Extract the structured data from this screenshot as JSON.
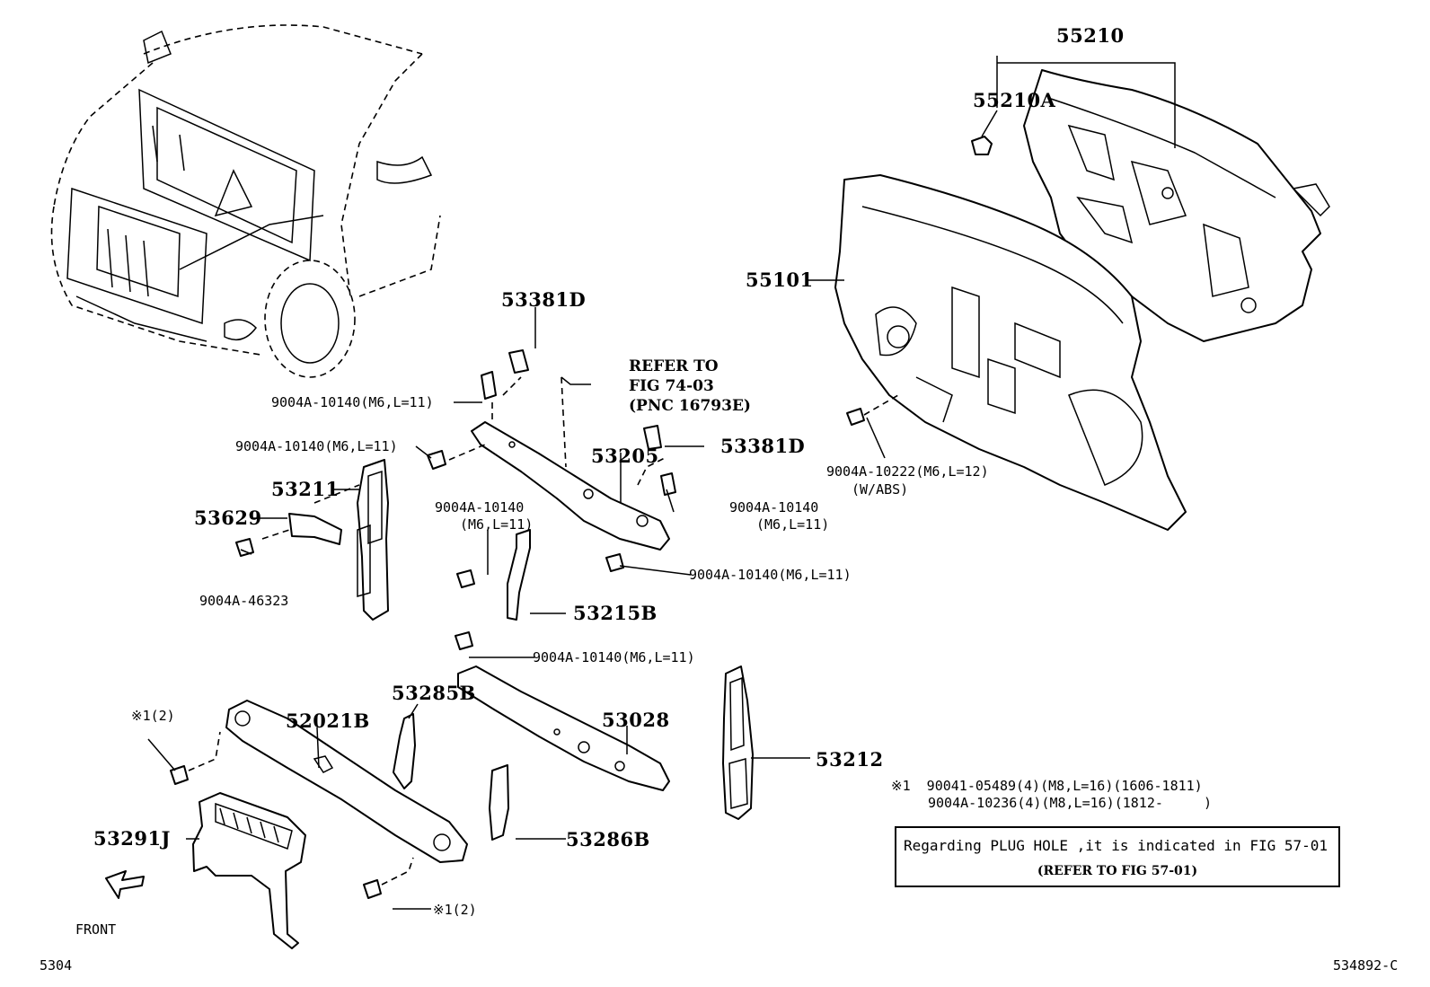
{
  "labels": {
    "p55210": "55210",
    "p55210A": "55210A",
    "p55101": "55101",
    "p53381D_top": "53381D",
    "p53381D_right": "53381D",
    "p53205": "53205",
    "p53211": "53211",
    "p53629": "53629",
    "p53215B": "53215B",
    "p53285B": "53285B",
    "p52021B": "52021B",
    "p53028": "53028",
    "p53212": "53212",
    "p53286B": "53286B",
    "p53291J": "53291J",
    "bolt_a": "9004A-10140(M6,L=11)",
    "bolt_b": "9004A-10140(M6,L=11)",
    "bolt_c_line1": "9004A-10140",
    "bolt_c_line2": "(M6,L=11)",
    "bolt_d_line1": "9004A-10140",
    "bolt_d_line2": "(M6,L=11)",
    "bolt_e": "9004A-10140(M6,L=11)",
    "bolt_f": "9004A-10140(M6,L=11)",
    "bolt_g": "9004A-46323",
    "bolt_h_line1": "9004A-10222(M6,L=12)",
    "bolt_h_line2": "(W/ABS)",
    "refer_line1": "REFER TO",
    "refer_line2": "FIG 74-03",
    "refer_line3": "(PNC 16793E)",
    "mark_left": "※1(2)",
    "mark_bottom": "※1(2)",
    "note_line1": "※1  90041-05489(4)(M8,L=16)(1606-1811)",
    "note_line2": "9004A-10236(4)(M8,L=16)(1812-     )",
    "box_line1": "Regarding PLUG HOLE ,it is indicated in FIG 57-01",
    "box_line2": "(REFER TO FIG 57-01)",
    "front": "FRONT",
    "fig_code": "5304",
    "illus_code": "534892-C"
  }
}
